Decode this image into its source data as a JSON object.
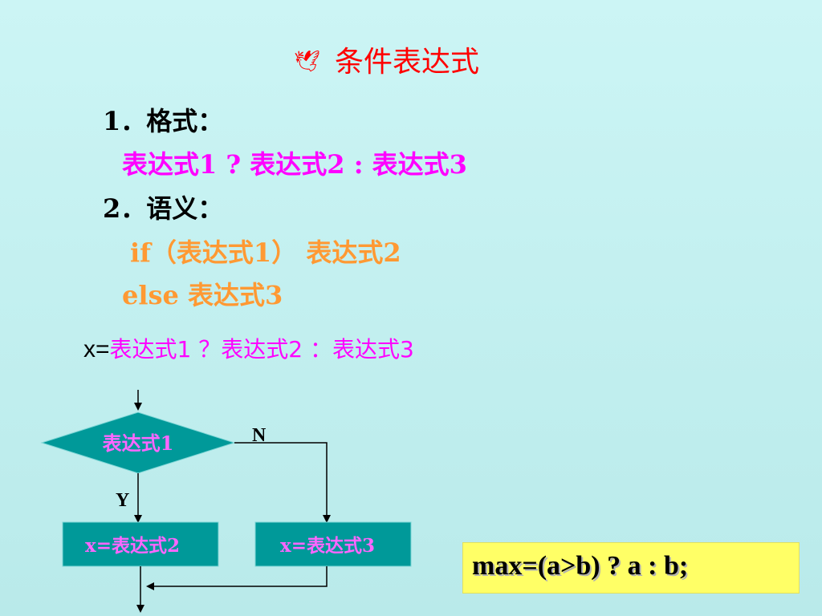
{
  "slide": {
    "title_icon": "dove-icon",
    "title": "条件表达式",
    "section1_heading": "1．格式：",
    "format_expression": "表达式1 ? 表达式2 : 表达式3",
    "section2_heading": "2．语义：",
    "semantic_if": "if（表达式1） 表达式2",
    "semantic_else": "else  表达式3",
    "assign_x": "x=",
    "assign_expression": "表达式1 ？表达式2 ：表达式3"
  },
  "flowchart": {
    "decision": "表达式1",
    "no_label": "N",
    "yes_label": "Y",
    "box_left": "x=表达式2",
    "box_right": "x=表达式3",
    "colors": {
      "shape_fill": "#009999",
      "shape_text": "#ff66ff",
      "line": "#000000"
    }
  },
  "example": {
    "code": "max=(a>b) ? a : b;",
    "background": "#ffff66"
  }
}
